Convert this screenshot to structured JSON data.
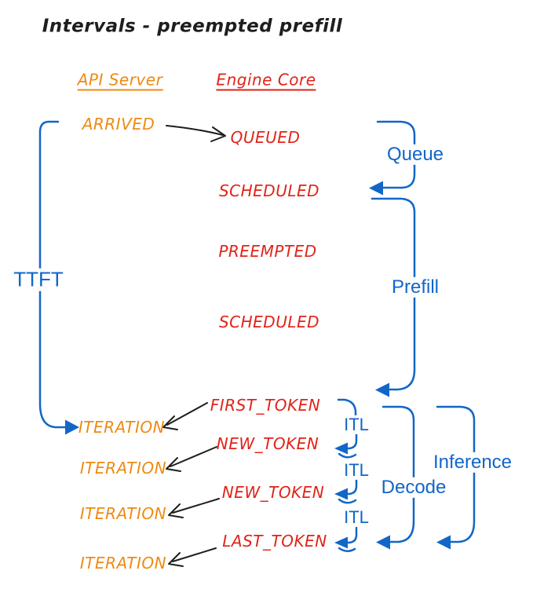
{
  "title": "Intervals - preempted prefill",
  "columns": {
    "api_server": "API Server",
    "engine_core": "Engine Core"
  },
  "api_events": [
    "ARRIVED",
    "ITERATION",
    "ITERATION",
    "ITERATION",
    "ITERATION"
  ],
  "engine_events": [
    "QUEUED",
    "SCHEDULED",
    "PREEMPTED",
    "SCHEDULED",
    "FIRST_TOKEN",
    "NEW_TOKEN",
    "NEW_TOKEN",
    "LAST_TOKEN"
  ],
  "intervals": {
    "ttft": "TTFT",
    "queue": "Queue",
    "prefill": "Prefill",
    "itl": "ITL",
    "decode": "Decode",
    "inference": "Inference"
  },
  "colors": {
    "blue": "#1266c8",
    "orange": "#ee8a11",
    "red": "#e02318",
    "ink": "#1e1e1e",
    "background": "#ffffff"
  }
}
